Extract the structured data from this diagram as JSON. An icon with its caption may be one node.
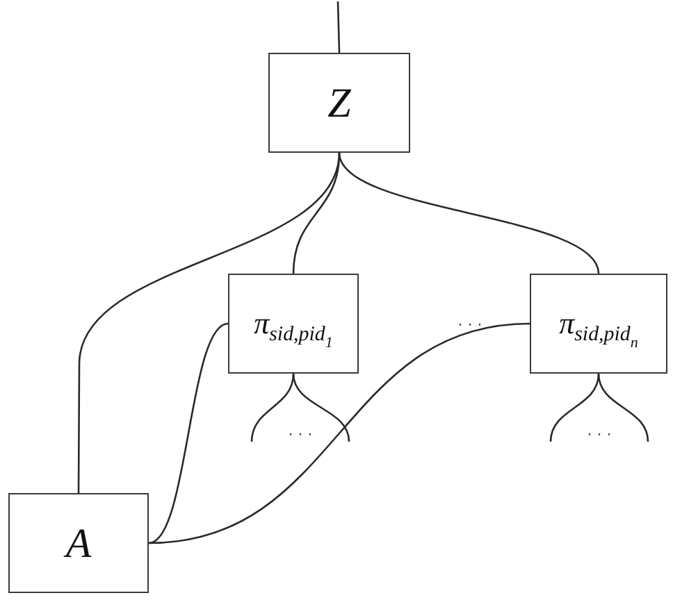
{
  "diagram": {
    "nodes": [
      {
        "text": [
          "Z"
        ]
      },
      {
        "text": [
          "π$_{sid,pid}$$_{1}$"
        ]
      },
      {
        "text": [
          "π$_{sid,pid}$$_{n}$"
        ]
      },
      {
        "text": [
          "A"
        ]
      }
    ],
    "edges": [
      {
        "from": null,
        "to": 0,
        "arrow": "none"
      },
      {
        "from": 0,
        "to": 3,
        "arrow": "none"
      },
      {
        "from": 0,
        "to": 1,
        "arrow": "none"
      },
      {
        "from": 0,
        "to": 2,
        "arrow": "none"
      },
      {
        "from": 3,
        "to": 1,
        "arrow": "none"
      },
      {
        "from": 3,
        "to": 2,
        "arrow": "none"
      },
      {
        "from": 1,
        "to": null,
        "arrow": "none"
      },
      {
        "from": 1,
        "to": null,
        "arrow": "none"
      },
      {
        "from": 2,
        "to": null,
        "arrow": "none"
      },
      {
        "from": 2,
        "to": null,
        "arrow": "none"
      }
    ],
    "labels": [
      "· · ·",
      "· · ·",
      "· · ·"
    ]
  }
}
